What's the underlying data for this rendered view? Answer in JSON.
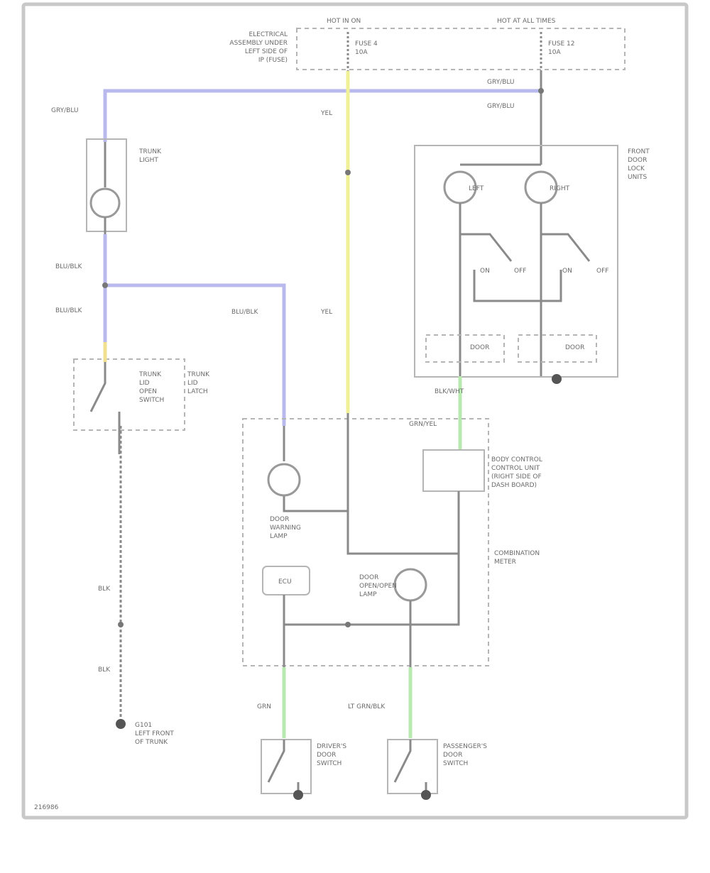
{
  "power": {
    "left_header": "HOT IN ON",
    "right_header": "HOT AT ALL TIMES",
    "fuse_box_label": [
      "ELECTRICAL",
      "ASSEMBLY UNDER",
      "LEFT SIDE OF",
      "IP (FUSE)"
    ],
    "fuse_left": [
      "FUSE 4",
      "10A"
    ],
    "fuse_right": [
      "FUSE 12",
      "10A"
    ]
  },
  "wires": {
    "top_right": "GRY/BLU",
    "top_right_2": "GRY/BLU",
    "top_left": "GRY/BLU",
    "yel_1": "YEL",
    "yel_2": "YEL",
    "blu_left_1": "BLU/BLK",
    "blu_left_2": "BLU/BLK",
    "blu_mid": "BLU/BLK",
    "grn_right": "GRN/YEL",
    "grn_bottom": "GRN",
    "ltgrn_bottom": "LT GRN/BLK",
    "blk_right": "BLK/WHT",
    "blk_left_1": "BLK",
    "blk_left_2": "BLK"
  },
  "components": {
    "trunk_light": [
      "TRUNK",
      "LIGHT"
    ],
    "trunk_lid_switch": [
      "TRUNK",
      "LID",
      "OPEN",
      "SWITCH"
    ],
    "trunk_lid_latch": [
      "TRUNK",
      "LID",
      "LATCH"
    ],
    "right_box": [
      "FRONT",
      "DOOR",
      "LOCK",
      "UNITS"
    ],
    "left_lamp": "LEFT",
    "right_lamp": "RIGHT",
    "on": "ON",
    "off": "OFF",
    "door_lbl_l": "DOOR",
    "door_lbl_r": "DOOR",
    "bcm": [
      "BODY CONTROL",
      "CONTROL UNIT",
      "(RIGHT SIDE OF",
      "DASH BOARD)"
    ],
    "combination": [
      "COMBINATION",
      "METER"
    ],
    "warning_lamp": [
      "DOOR",
      "WARNING",
      "LAMP"
    ],
    "ecu": "ECU",
    "open_lamp": [
      "DOOR",
      "OPEN/OPEN",
      "LAMP"
    ],
    "key_switch": [
      "DRIVER'S",
      "DOOR",
      "SWITCH"
    ],
    "passenger_switch": [
      "PASSENGER'S",
      "DOOR",
      "SWITCH"
    ],
    "ground_left": [
      "G101",
      "LEFT FRONT",
      "OF TRUNK"
    ],
    "corner_id": "216986"
  },
  "colors": {
    "blue_wire": "#b9b9ee",
    "yellow_wire": "#f0f096",
    "green_wire": "#b8eab0"
  }
}
